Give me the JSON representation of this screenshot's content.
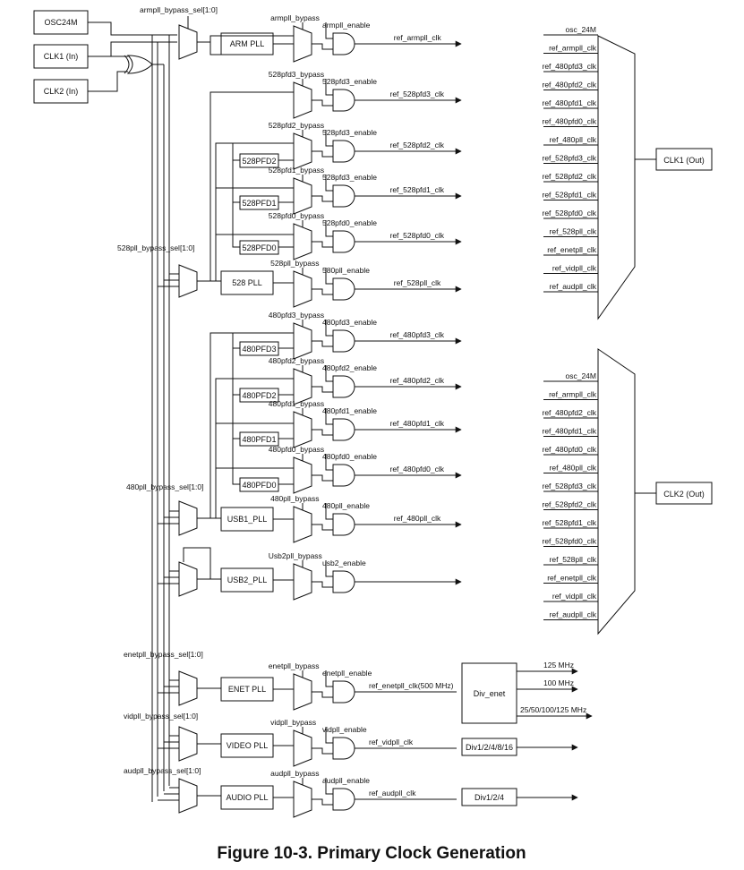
{
  "figure": {
    "caption": "Figure 10-3. Primary Clock Generation"
  },
  "inputs": [
    {
      "id": "osc24m",
      "label": "OSC24M"
    },
    {
      "id": "clk1",
      "label": "CLK1 (In)"
    },
    {
      "id": "clk2",
      "label": "CLK2 (In)"
    }
  ],
  "sel_labels": {
    "armpll": "armpll_bypass_sel[1:0]",
    "pll528": "528pll_bypass_sel[1:0]",
    "pll480": "480pll_bypass_sel[1:0]",
    "enetpll": "enetpll_bypass_sel[1:0]",
    "vidpll": "vidpll_bypass_sel[1:0]",
    "audpll": "audpll_bypass_sel[1:0]"
  },
  "pll_boxes": {
    "arm": "ARM PLL",
    "pll528": "528 PLL",
    "usb1": "USB1_PLL",
    "usb2": "USB2_PLL",
    "enet": "ENET PLL",
    "video": "VIDEO PLL",
    "audio": "AUDIO PLL"
  },
  "pfd_boxes": {
    "p528_2": "528PFD2",
    "p528_1": "528PFD1",
    "p528_0": "528PFD0",
    "p480_3": "480PFD3",
    "p480_2": "480PFD2",
    "p480_1": "480PFD1",
    "p480_0": "480PFD0"
  },
  "paths": [
    {
      "id": "arm",
      "bypass": "armpll_bypass",
      "enable": "armpll_enable",
      "out": "ref_armpll_clk"
    },
    {
      "id": "p528pfd3",
      "bypass": "528pfd3_bypass",
      "enable": "528pfd3_enable",
      "out": "ref_528pfd3_clk"
    },
    {
      "id": "p528pfd2",
      "bypass": "528pfd2_bypass",
      "enable": "528pfd3_enable",
      "out": "ref_528pfd2_clk"
    },
    {
      "id": "p528pfd1",
      "bypass": "528pfd1_bypass",
      "enable": "528pfd3_enable",
      "out": "ref_528pfd1_clk"
    },
    {
      "id": "p528pfd0",
      "bypass": "528pfd0_bypass",
      "enable": "528pfd0_enable",
      "out": "ref_528pfd0_clk"
    },
    {
      "id": "p528pll",
      "bypass": "528pll_bypass",
      "enable": "580pll_enable",
      "out": "ref_528pll_clk"
    },
    {
      "id": "p480pfd3",
      "bypass": "480pfd3_bypass",
      "enable": "480pfd3_enable",
      "out": "ref_480pfd3_clk"
    },
    {
      "id": "p480pfd2",
      "bypass": "480pfd2_bypass",
      "enable": "480pfd2_enable",
      "out": "ref_480pfd2_clk"
    },
    {
      "id": "p480pfd1",
      "bypass": "480pfd1_bypass",
      "enable": "480pfd1_enable",
      "out": "ref_480pfd1_clk"
    },
    {
      "id": "p480pfd0",
      "bypass": "480pfd0_bypass",
      "enable": "480pfd0_enable",
      "out": "ref_480pfd0_clk"
    },
    {
      "id": "p480pll",
      "bypass": "480pll_bypass",
      "enable": "480pll_enable",
      "out": "ref_480pll_clk"
    },
    {
      "id": "usb2",
      "bypass": "Usb2pll_bypass",
      "enable": "usb2_enable",
      "out": ""
    },
    {
      "id": "enet",
      "bypass": "enetpll_bypass",
      "enable": "enetpll_enable",
      "out": "ref_enetpll_clk(500 MHz)"
    },
    {
      "id": "vid",
      "bypass": "vidpll_bypass",
      "enable": "vidpll_enable",
      "out": "ref_vidpll_clk"
    },
    {
      "id": "aud",
      "bypass": "audpll_bypass",
      "enable": "audpll_enable",
      "out": "ref_audpll_clk"
    }
  ],
  "dividers": {
    "enet": {
      "label": "Div_enet",
      "outputs": [
        "125 MHz",
        "100  MHz",
        "25/50/100/125 MHz"
      ]
    },
    "video": {
      "label": "Div1/2/4/8/16"
    },
    "audio": {
      "label": "Div1/2/4"
    }
  },
  "clk1_mux": {
    "out_label": "CLK1 (Out)",
    "inputs": [
      "osc_24M",
      "ref_armpll_clk",
      "ref_480pfd3_clk",
      "ref_480pfd2_clk",
      "ref_480pfd1_clk",
      "ref_480pfd0_clk",
      "ref_480pll_clk",
      "ref_528pfd3_clk",
      "ref_528pfd2_clk",
      "ref_528pfd1_clk",
      "ref_528pfd0_clk",
      "ref_528pll_clk",
      "ref_enetpll_clk",
      "ref_vidpll_clk",
      "ref_audpll_clk"
    ]
  },
  "clk2_mux": {
    "out_label": "CLK2 (Out)",
    "inputs": [
      "osc_24M",
      "ref_armpll_clk",
      "ref_480pfd2_clk",
      "ref_480pfd1_clk",
      "ref_480pfd0_clk",
      "ref_480pll_clk",
      "ref_528pfd3_clk",
      "ref_528pfd2_clk",
      "ref_528pfd1_clk",
      "ref_528pfd0_clk",
      "ref_528pll_clk",
      "ref_enetpll_clk",
      "ref_vidpll_clk",
      "ref_audpll_clk"
    ]
  }
}
